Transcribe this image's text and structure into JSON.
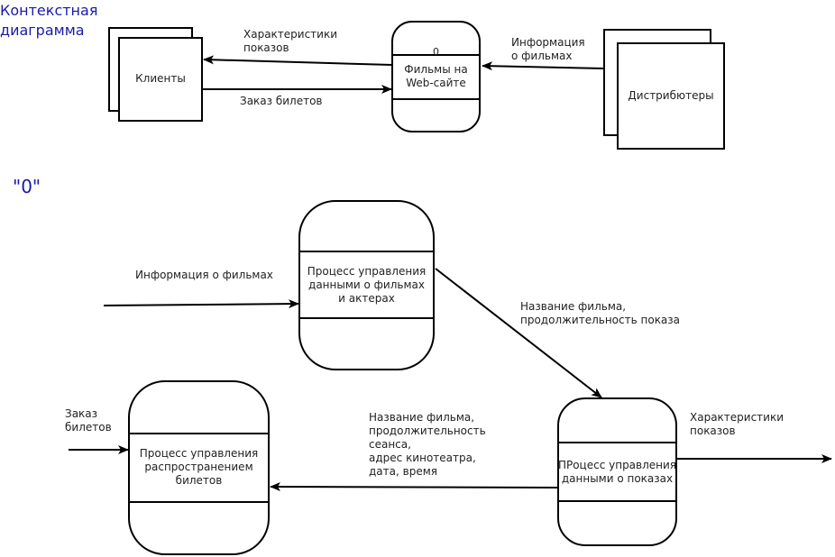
{
  "context_diagram": {
    "title": "Контекстная\nдиаграмма",
    "entities": {
      "clients": "Клиенты",
      "distributors": "Дистрибютеры"
    },
    "process": {
      "number": "0",
      "label": "Фильмы на\nWeb-сайте"
    },
    "flows": {
      "characteristics": "Характеристики\nпоказов",
      "order": "Заказ билетов",
      "film_info": "Информация\nо фильмах"
    }
  },
  "level0_diagram": {
    "title": "\"0\"",
    "processes": {
      "film_data": "Процесс управления\nданными о фильмах\nи актерах",
      "tickets": "Процесс управления\nраспространением\nбилетов",
      "shows": "ПРоцесс управления\nданными о показах"
    },
    "flows": {
      "film_info": "Информация о фильмах",
      "name_duration": "Название фильма,\nпродолжительность показа",
      "ticket_order": "Заказ\nбилетов",
      "session_details": "Название фильма,\nпродолжительность\nсеанса,\nадрес кинотеатра,\nдата, время",
      "show_characteristics": "Характеристики\nпоказов"
    }
  },
  "colors": {
    "heading": "#1a1aa8",
    "stroke": "#000000"
  }
}
